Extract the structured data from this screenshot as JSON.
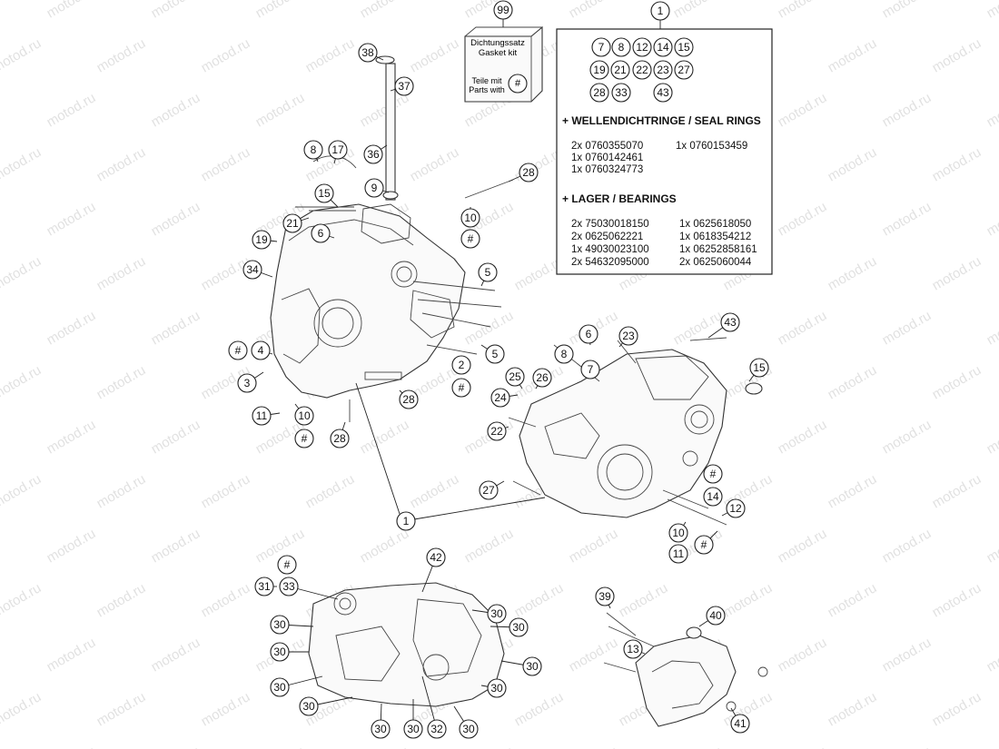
{
  "watermark": "motod.ru",
  "gasket_kit": {
    "number": "99",
    "title_de": "Dichtungssatz",
    "title_en": "Gasket kit",
    "parts_de": "Teile mit",
    "parts_en": "Parts with",
    "symbol": "#"
  },
  "kit_box": {
    "number": "1",
    "ref_numbers": [
      "7",
      "8",
      "12",
      "14",
      "15",
      "19",
      "21",
      "22",
      "23",
      "27",
      "28",
      "33",
      "43"
    ],
    "seal_heading": "+ WELLENDICHTRINGE / SEAL RINGS",
    "seals": [
      {
        "text": "2x 0760355070"
      },
      {
        "text": "1x 0760153459"
      },
      {
        "text": "1x 0760142461"
      },
      {
        "text": "1x 0760324773"
      }
    ],
    "bearing_heading": "+ LAGER  / BEARINGS",
    "bearings": [
      {
        "text": "2x 75030018150"
      },
      {
        "text": "1x 0625618050"
      },
      {
        "text": "2x 0625062221"
      },
      {
        "text": "1x 0618354212"
      },
      {
        "text": "1x 49030023100"
      },
      {
        "text": "1x 06252858161"
      },
      {
        "text": "2x 54632095000"
      },
      {
        "text": "2x 0625060044"
      }
    ]
  },
  "callouts": [
    {
      "label": "38"
    },
    {
      "label": "37"
    },
    {
      "label": "8"
    },
    {
      "label": "17"
    },
    {
      "label": "36"
    },
    {
      "label": "9"
    },
    {
      "label": "15"
    },
    {
      "label": "21"
    },
    {
      "label": "6"
    },
    {
      "label": "19"
    },
    {
      "label": "34"
    },
    {
      "label": "28"
    },
    {
      "label": "10"
    },
    {
      "label": "#"
    },
    {
      "label": "5"
    },
    {
      "label": "5"
    },
    {
      "label": "#"
    },
    {
      "label": "4"
    },
    {
      "label": "3"
    },
    {
      "label": "2"
    },
    {
      "label": "#"
    },
    {
      "label": "28"
    },
    {
      "label": "11"
    },
    {
      "label": "10"
    },
    {
      "label": "#"
    },
    {
      "label": "28"
    },
    {
      "label": "6"
    },
    {
      "label": "23"
    },
    {
      "label": "43"
    },
    {
      "label": "8"
    },
    {
      "label": "7"
    },
    {
      "label": "15"
    },
    {
      "label": "25"
    },
    {
      "label": "26"
    },
    {
      "label": "24"
    },
    {
      "label": "22"
    },
    {
      "label": "27"
    },
    {
      "label": "#"
    },
    {
      "label": "14"
    },
    {
      "label": "12"
    },
    {
      "label": "10"
    },
    {
      "label": "11"
    },
    {
      "label": "#"
    },
    {
      "label": "1"
    },
    {
      "label": "#"
    },
    {
      "label": "31"
    },
    {
      "label": "33"
    },
    {
      "label": "42"
    },
    {
      "label": "30"
    },
    {
      "label": "30"
    },
    {
      "label": "30"
    },
    {
      "label": "30"
    },
    {
      "label": "30"
    },
    {
      "label": "30"
    },
    {
      "label": "30"
    },
    {
      "label": "30"
    },
    {
      "label": "30"
    },
    {
      "label": "30"
    },
    {
      "label": "30"
    },
    {
      "label": "32"
    },
    {
      "label": "39"
    },
    {
      "label": "40"
    },
    {
      "label": "13"
    },
    {
      "label": "41"
    }
  ]
}
